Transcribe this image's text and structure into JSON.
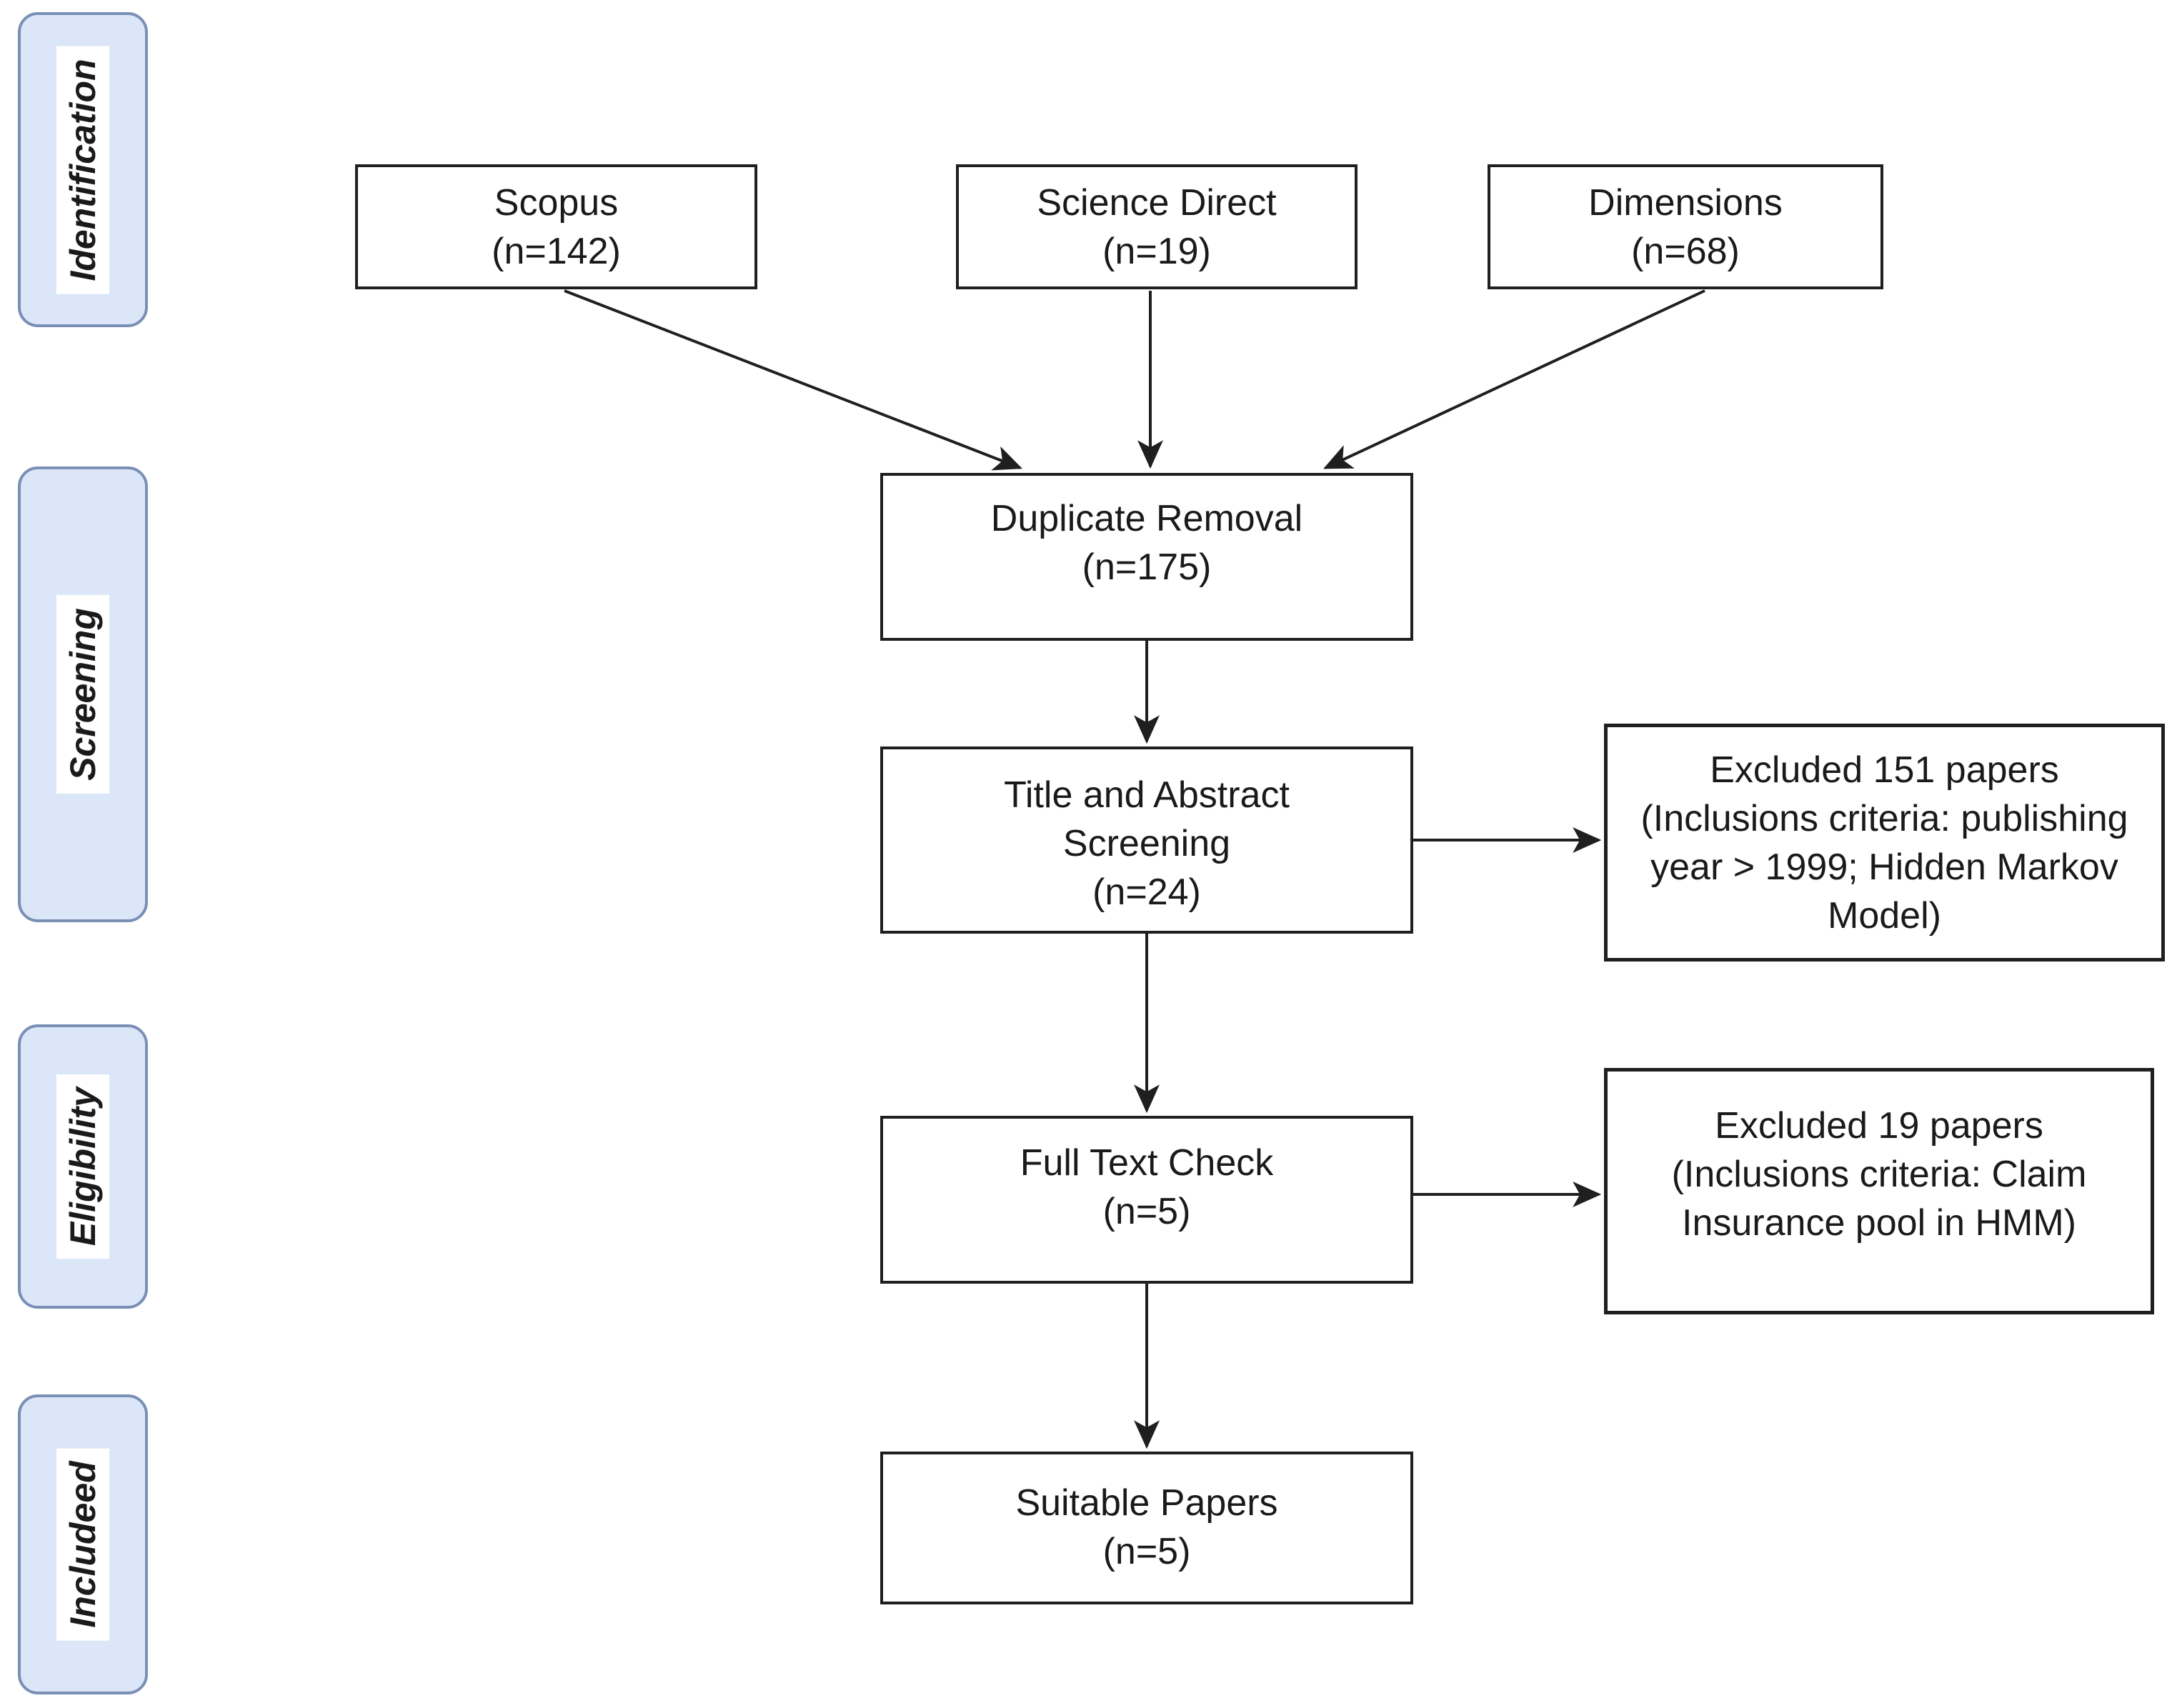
{
  "stages": [
    {
      "label": "Identification"
    },
    {
      "label": "Screening"
    },
    {
      "label": "Eligibility"
    },
    {
      "label": "Includeed"
    }
  ],
  "sources": [
    {
      "name": "Scopus",
      "count": "(n=142)"
    },
    {
      "name": "Science Direct",
      "count": "(n=19)"
    },
    {
      "name": "Dimensions",
      "count": "(n=68)"
    }
  ],
  "process": {
    "duplicate_removal": {
      "line1": "Duplicate Removal",
      "line2": "(n=175)"
    },
    "title_abstract": {
      "line1": "Title and Abstract",
      "line2": "Screening",
      "line3": "(n=24)"
    },
    "full_text": {
      "line1": "Full Text Check",
      "line2": "(n=5)"
    },
    "suitable": {
      "line1": "Suitable Papers",
      "line2": "(n=5)"
    }
  },
  "exclusions": {
    "first": {
      "line1": "Excluded 151 papers",
      "line2": "(Inclusions criteria: publishing",
      "line3": "year > 1999; Hidden Markov",
      "line4": "Model)"
    },
    "second": {
      "line1": "Excluded 19 papers",
      "line2": "(Inclusions criteria: Claim",
      "line3": "Insurance pool in HMM)"
    }
  },
  "edges": [
    {
      "from": "Scopus",
      "to": "Duplicate Removal"
    },
    {
      "from": "Science Direct",
      "to": "Duplicate Removal"
    },
    {
      "from": "Dimensions",
      "to": "Duplicate Removal"
    },
    {
      "from": "Duplicate Removal",
      "to": "Title and Abstract Screening"
    },
    {
      "from": "Title and Abstract Screening",
      "to": "Excluded 151 papers"
    },
    {
      "from": "Title and Abstract Screening",
      "to": "Full Text Check"
    },
    {
      "from": "Full Text Check",
      "to": "Excluded 19 papers"
    },
    {
      "from": "Full Text Check",
      "to": "Suitable Papers"
    }
  ],
  "colors": {
    "stage_fill": "#dbe7f8",
    "stage_border": "#7a8fb5",
    "flow_border": "#1f1f1f",
    "arrow": "#1f1f1f",
    "text": "#1a1a1a",
    "background": "#ffffff"
  }
}
